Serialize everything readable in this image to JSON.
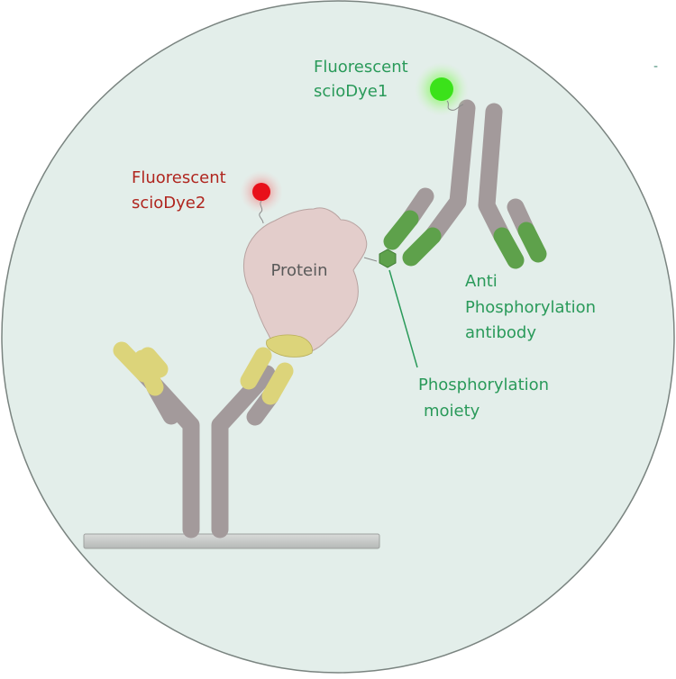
{
  "labels": {
    "dye1": [
      "Fluorescent",
      "scioDye1"
    ],
    "dye2": [
      "Fluorescent",
      "scioDye2"
    ],
    "protein": "Protein",
    "antibody": [
      "Anti",
      "Phosphorylation",
      "antibody"
    ],
    "moiety": [
      "Phosphorylation",
      "moiety"
    ],
    "corner_mark": "-"
  },
  "colors": {
    "background_circle": "#e3eeea",
    "circle_stroke": "#7a8480",
    "antibody_gray": "#a39a9b",
    "capture_tip_yellow": "#dcd47a",
    "detect_tip_green": "#5ea14b",
    "protein_fill": "#e3cdcb",
    "dye1_green": "#3be21a",
    "dye2_red": "#e8101a",
    "green_text": "#2a9a5a",
    "red_text": "#b0261f",
    "gray_text": "#5a5a5a",
    "substrate": "#c7c9c8"
  }
}
